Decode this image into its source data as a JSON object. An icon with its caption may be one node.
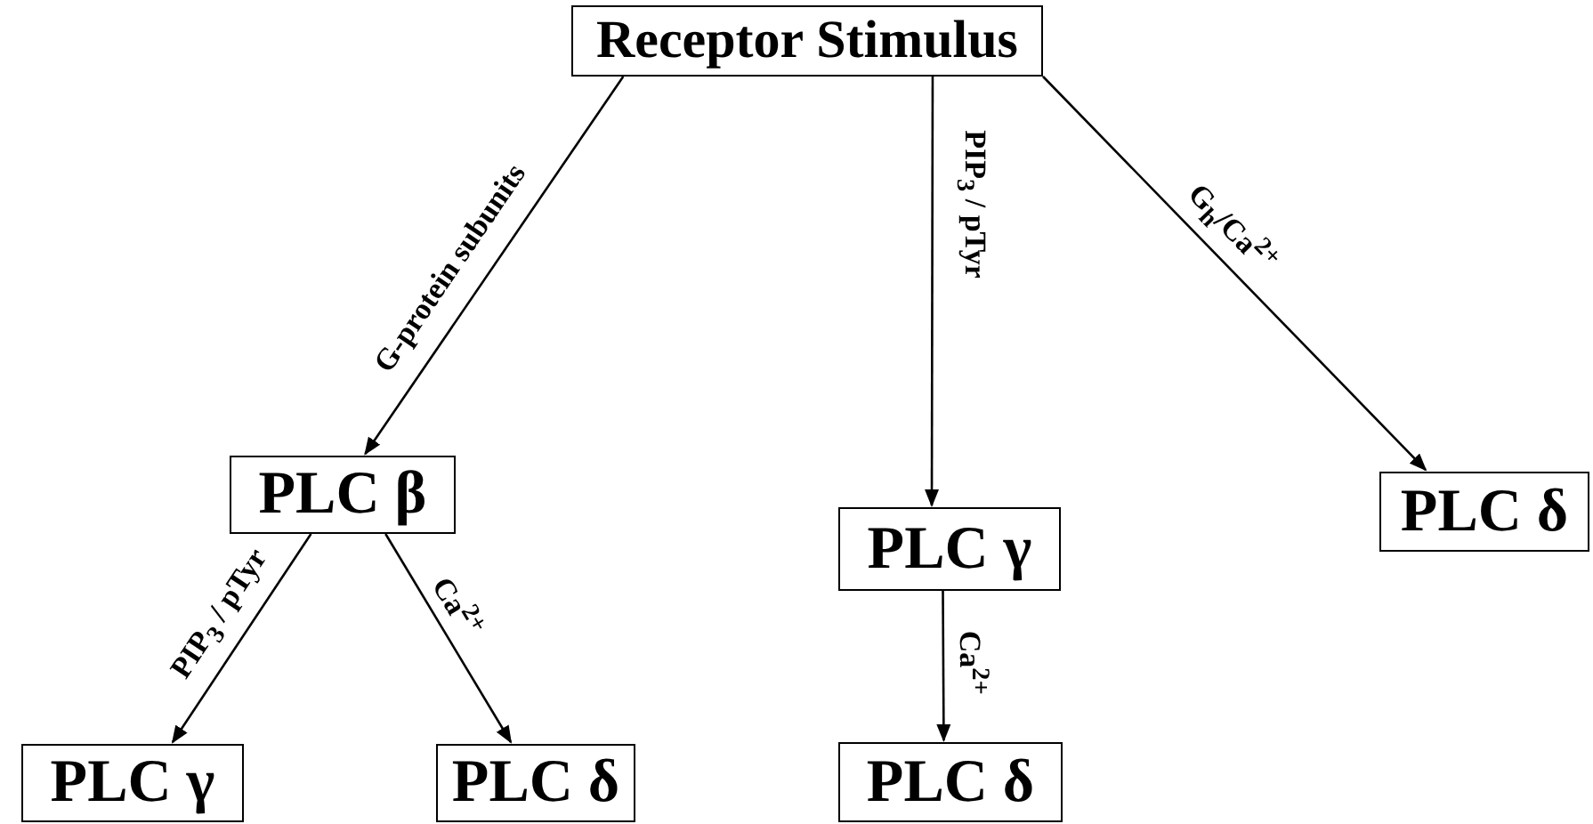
{
  "diagram": {
    "nodes": [
      {
        "text": [
          "Receptor Stimulus"
        ]
      },
      {
        "text": [
          "PLC β"
        ]
      },
      {
        "text": [
          "PLC γ"
        ]
      },
      {
        "text": [
          "PLC δ"
        ]
      },
      {
        "text": [
          "PLC γ"
        ]
      },
      {
        "text": [
          "PLC δ"
        ]
      },
      {
        "text": [
          "PLC δ"
        ]
      }
    ],
    "edges": [
      {
        "from": 0,
        "to": 1,
        "arrow": "to",
        "label": "G-protein subunits"
      },
      {
        "from": 0,
        "to": 2,
        "arrow": "to",
        "label": "PIP$_{3}$ / pTyr"
      },
      {
        "from": 0,
        "to": 3,
        "arrow": "to",
        "label": "G$_{h}$/Ca$^{2+}$"
      },
      {
        "from": 1,
        "to": 4,
        "arrow": "to",
        "label": "PIP$_{3}$ / pTyr"
      },
      {
        "from": 1,
        "to": 5,
        "arrow": "to",
        "label": "Ca$^{2+}$"
      },
      {
        "from": 2,
        "to": 6,
        "arrow": "to",
        "label": "Ca$^{2+}$"
      }
    ]
  }
}
